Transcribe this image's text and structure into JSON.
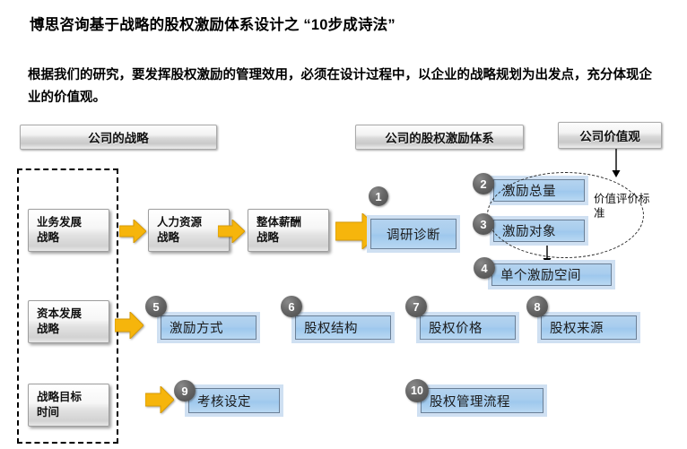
{
  "slide": {
    "title": "博思咨询基于战略的股权激励体系设计之 “10步成诗法”",
    "subtitle": "根据我们的研究，要发挥股权激励的管理效用，必须在设计过程中，以企业的战略规划为出发点，充分体现企业的价值观。"
  },
  "headers": {
    "strategy": "公司的战略",
    "equity_system": "公司的股权激励体系",
    "values": "公司价值观"
  },
  "strategy_column": [
    {
      "label": "业务发展\n战略",
      "line1": "业务发展",
      "line2": "战略"
    },
    {
      "label": "资本发展\n战略",
      "line1": "资本发展",
      "line2": "战略"
    },
    {
      "label": "战略目标\n时间",
      "line1": "战略目标",
      "line2": "时间"
    }
  ],
  "strategy_flow": [
    {
      "line1": "人力资源",
      "line2": "战略"
    },
    {
      "line1": "整体薪酬",
      "line2": "战略"
    }
  ],
  "steps": [
    {
      "num": "1",
      "label": "调研诊断"
    },
    {
      "num": "2",
      "label": "激励总量"
    },
    {
      "num": "3",
      "label": "激励对象"
    },
    {
      "num": "4",
      "label": "单个激励空间"
    },
    {
      "num": "5",
      "label": "激励方式"
    },
    {
      "num": "6",
      "label": "股权结构"
    },
    {
      "num": "7",
      "label": "股权价格"
    },
    {
      "num": "8",
      "label": "股权来源"
    },
    {
      "num": "9",
      "label": "考核设定"
    },
    {
      "num": "10",
      "label": "股权管理流程"
    }
  ],
  "annotation": {
    "value_criteria": "价值评价标准"
  },
  "colors": {
    "blue_fill": "#a8cdee",
    "blue_halo": "#cfe0f2",
    "blue_border": "#6a7f96",
    "badge": "#5a5a5a",
    "arrow_yellow": "#f5b50a",
    "grey_box": "#e3e3e3",
    "text": "#111111"
  }
}
